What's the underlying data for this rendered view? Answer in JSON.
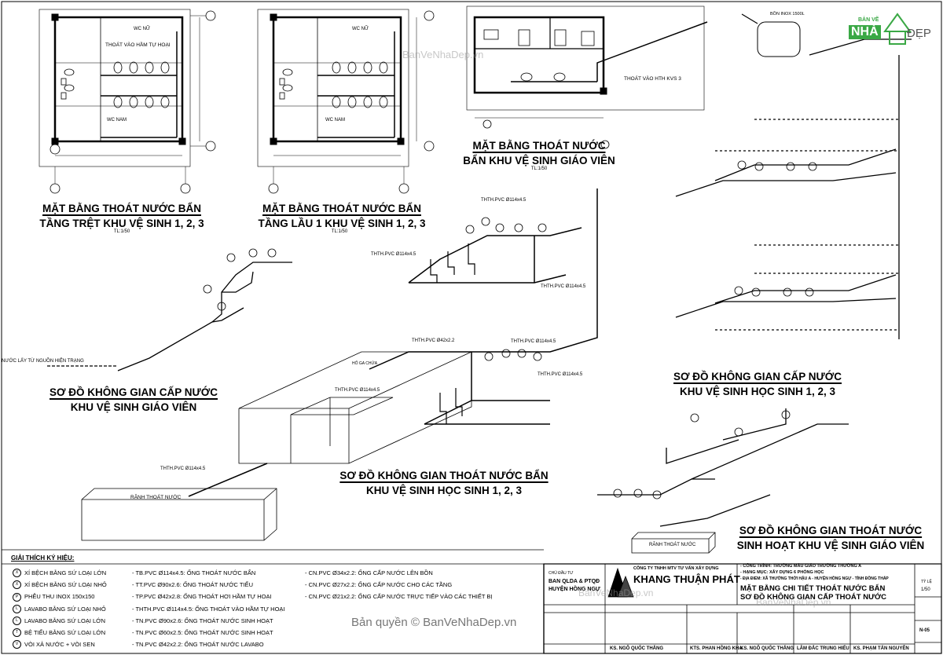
{
  "titles": {
    "plan1": [
      "MẶT BẰNG THOÁT NƯỚC BẨN",
      "TẦNG TRỆT KHU VỆ SINH 1, 2, 3"
    ],
    "plan2": [
      "MẶT BẰNG THOÁT NƯỚC BẨN",
      "TẦNG LẦU 1 KHU VỆ SINH 1, 2, 3"
    ],
    "plan3": [
      "MẶT BẰNG THOÁT NƯỚC",
      "BẨN KHU VỆ SINH GIÁO VIÊN"
    ],
    "supply_teacher": [
      "SƠ ĐỒ KHÔNG GIAN CẤP NƯỚC",
      "KHU VỆ SINH GIÁO VIÊN"
    ],
    "supply_student": [
      "SƠ ĐỒ KHÔNG GIAN CẤP NƯỚC",
      "KHU VỆ SINH HỌC SINH 1, 2, 3"
    ],
    "drain_student": [
      "SƠ ĐỒ KHÔNG GIAN THOÁT NƯỚC BẨN",
      "KHU VỆ SINH HỌC SINH 1, 2, 3"
    ],
    "drain_teacher": [
      "SƠ ĐỒ KHÔNG GIAN THOÁT NƯỚC",
      "SINH HOẠT KHU VỆ SINH GIÁO VIÊN"
    ],
    "scale": "TL:1/50"
  },
  "plan_labels": {
    "hv1": "THOÁT VÀO HẦM TỰ HOẠI",
    "wc_nu": "WC NỮ",
    "wc_nam": "WC NAM",
    "hv3": "THOÁT VÀO HTH KVS 3",
    "tank": "BỒN INOX 1500L",
    "ranh1": "RÃNH THOÁT NƯỚC",
    "ranh2": "RÃNH THOÁT NƯỚC",
    "source": "NƯỚC LẤY TỪ NGUỒN HIỆN TRẠNG",
    "ham": "HỐ GA CHỨA"
  },
  "pipe_labels": {
    "thth1": "THTH.PVC Ø114x4.5",
    "thth2": "THTH.PVC Ø114x4.5",
    "thth3": "THTH.PVC Ø114x4.5",
    "thth4": "THTH.PVC Ø114x4.5",
    "thth5": "THTH.PVC Ø114x4.5",
    "thth6": "THTH.PVC Ø114x4.5",
    "thth7": "THTH.PVC Ø114x4.5",
    "thth8": "THTH.PVC Ø42x2.2"
  },
  "legend": {
    "title": "GIẢI THÍCH KÝ HIỆU:",
    "col1": [
      {
        "sym": "X",
        "text": "XÍ BỆCH BẰNG SỨ LOẠI LỚN"
      },
      {
        "sym": "X",
        "text": "XÍ BỆCH BẰNG SỨ LOẠI NHỎ"
      },
      {
        "sym": "P",
        "text": "PHỄU THU INOX 150x150"
      },
      {
        "sym": "L",
        "text": "LAVABO BẰNG SỨ LOẠI NHỎ"
      },
      {
        "sym": "L",
        "text": "LAVABO BẰNG SỨ LOẠI LỚN"
      },
      {
        "sym": "T",
        "text": "BỆ TIỂU BẰNG SỨ LOẠI LỚN"
      },
      {
        "sym": "V",
        "text": "VÒI XẢ NƯỚC + VÒI SEN"
      }
    ],
    "col2": [
      "- TB.PVC Ø114x4.5: ỐNG THOÁT NƯỚC BẨN",
      "- TT.PVC Ø90x2.6: ỐNG THOÁT NƯỚC TIỂU",
      "- TP.PVC Ø42x2.8: ỐNG THOÁT HƠI HẦM TỰ HOẠI",
      "- THTH.PVC Ø114x4.5: ỐNG THOÁT VÀO HẦM TỰ HOẠI",
      "- TN.PVC Ø90x2.6: ỐNG THOÁT NƯỚC SINH HOẠT",
      "- TN.PVC Ø60x2.5: ỐNG THOÁT NƯỚC SINH HOẠT",
      "- TN.PVC Ø42x2.2: ỐNG THOÁT NƯỚC LAVABO"
    ],
    "col3": [
      "- CN.PVC Ø34x2.2: ỐNG CẤP NƯỚC LÊN BỒN",
      "- CN.PVC Ø27x2.2: ỐNG CẤP NƯỚC CHO CÁC TẦNG",
      "- CN.PVC Ø21x2.2: ỐNG CẤP NƯỚC TRỰC TIẾP VÀO CÁC THIẾT BỊ"
    ]
  },
  "title_block": {
    "owner_label": "CHỦ ĐẦU TƯ",
    "owner": "BAN QLDA & PTQĐ",
    "owner2": "HUYỆN HỒNG NGỰ",
    "company_line": "CÔNG TY TNHH MTV TƯ VẤN XÂY DỰNG",
    "company": "KHANG THUẬN PHÁT",
    "project1": "- CÔNG TRÌNH: TRƯỜNG MẪU GIÁO TRƯỜNG THƯỜNG A",
    "project2": "- HẠNG MỤC: XÂY DỰNG 6 PHÒNG HỌC",
    "project3": "- ĐỊA ĐIỂM: XÃ THƯỜNG THỚI HẬU A - HUYỆN HỒNG NGỰ - TỈNH ĐỒNG THÁP",
    "drawing1": "MẶT BẰNG CHI TIẾT THOÁT NƯỚC BẨN",
    "drawing2": "SƠ ĐỒ KHÔNG GIAN CẤP THOÁT NƯỚC",
    "ratio_label": "TỶ LỆ",
    "ratio": "1/50",
    "sheet_no": "N-05",
    "sign1": "KS. NGÔ QUỐC THẮNG",
    "sign2": "KTS. PHAN HỒNG KHA",
    "sign3": "KS. NGÔ QUỐC THẮNG",
    "sign4": "LÂM ĐẮC TRUNG HIẾU",
    "sign5": "KS. PHẠM TẤN NGUYÊN"
  },
  "watermarks": [
    "BanVeNhaDep.vn",
    "BanVeNhaDep.vn",
    "BanVeNhaDep.vn"
  ],
  "copyright": "Bản quyền © BanVeNhaDep.vn",
  "logo": {
    "top": "BẢN VẼ",
    "nhi": "NHÀ",
    "dep": "ĐẸP"
  },
  "colors": {
    "ink": "#000000",
    "watermark": "#9a9a9a",
    "logo_green": "#3aa845"
  }
}
